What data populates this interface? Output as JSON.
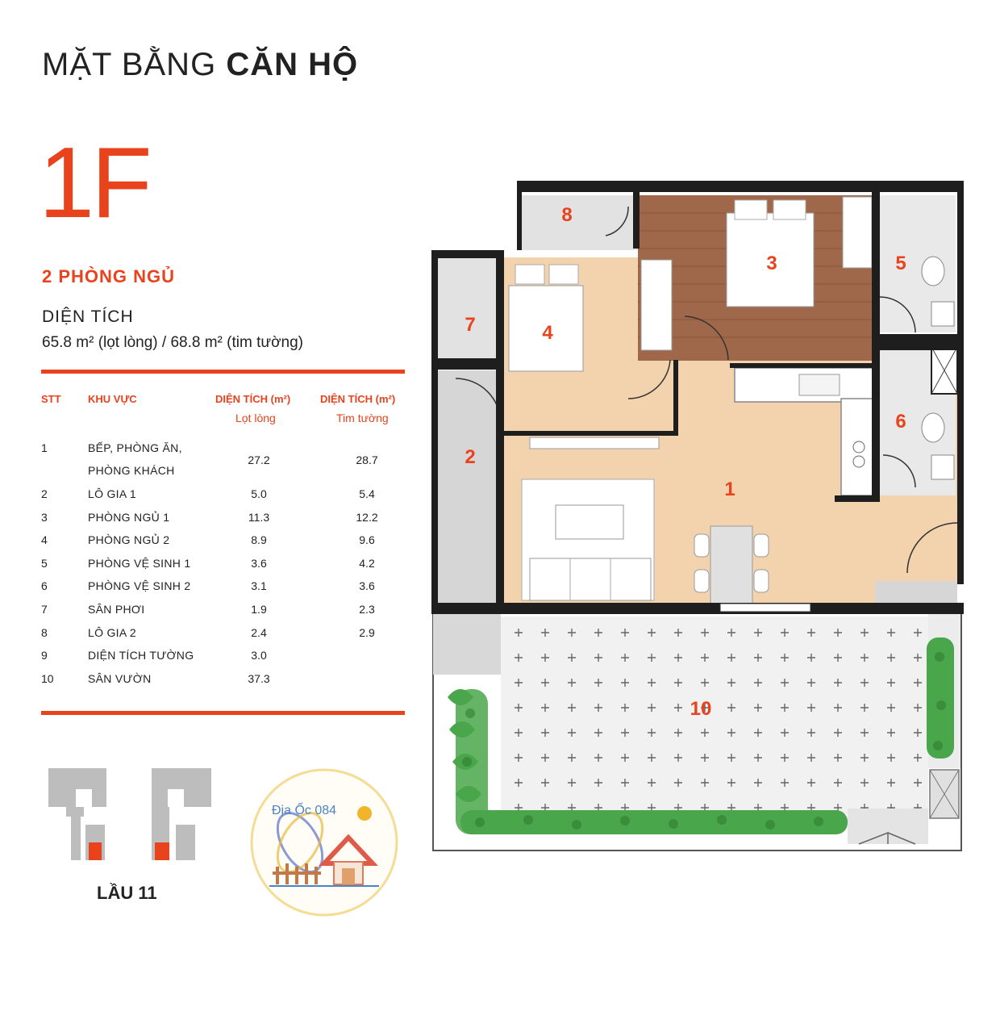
{
  "header": {
    "title_light": "MẶT BẰNG",
    "title_bold": "CĂN HỘ",
    "unit_code": "1F",
    "bedrooms": "2 PHÒNG NGỦ",
    "area_heading": "DIỆN TÍCH",
    "area_values": "65.8 m² (lọt lòng) / 68.8 m² (tim tường)"
  },
  "table": {
    "col_stt": "STT",
    "col_area": "KHU VỰC",
    "col_lot": "DIỆN TÍCH (m²)",
    "col_lot_sub": "Lọt lòng",
    "col_tim": "DIỆN TÍCH (m²)",
    "col_tim_sub": "Tim tường",
    "rows": [
      {
        "stt": "1",
        "name": "BẾP, PHÒNG ĂN,",
        "name2": "PHÒNG KHÁCH",
        "lot": "27.2",
        "tim": "28.7"
      },
      {
        "stt": "2",
        "name": "LÔ GIA 1",
        "lot": "5.0",
        "tim": "5.4"
      },
      {
        "stt": "3",
        "name": "PHÒNG NGỦ 1",
        "lot": "11.3",
        "tim": "12.2"
      },
      {
        "stt": "4",
        "name": "PHÒNG NGỦ 2",
        "lot": "8.9",
        "tim": "9.6"
      },
      {
        "stt": "5",
        "name": "PHÒNG VỆ SINH 1",
        "lot": "3.6",
        "tim": "4.2"
      },
      {
        "stt": "6",
        "name": "PHÒNG VỆ SINH 2",
        "lot": "3.1",
        "tim": "3.6"
      },
      {
        "stt": "7",
        "name": "SÂN PHƠI",
        "lot": "1.9",
        "tim": "2.3"
      },
      {
        "stt": "8",
        "name": "LÔ GIA 2",
        "lot": "2.4",
        "tim": "2.9"
      },
      {
        "stt": "9",
        "name": "DIỆN TÍCH TƯỜNG",
        "lot": "3.0",
        "tim": ""
      },
      {
        "stt": "10",
        "name": "SÂN VƯỜN",
        "lot": "37.3",
        "tim": ""
      }
    ]
  },
  "key_plan": {
    "floor_label": "LẦU 11"
  },
  "logo": {
    "text": "Địa Ốc 084"
  },
  "plan": {
    "room_numbers": [
      "1",
      "2",
      "3",
      "4",
      "5",
      "6",
      "7",
      "8",
      "10"
    ]
  },
  "colors": {
    "accent": "#e8431d",
    "floor_beige": "#f3d2ae",
    "wood": "#a0684a",
    "wall": "#1e1e1e",
    "balcony_grey": "#d6d6d6"
  }
}
